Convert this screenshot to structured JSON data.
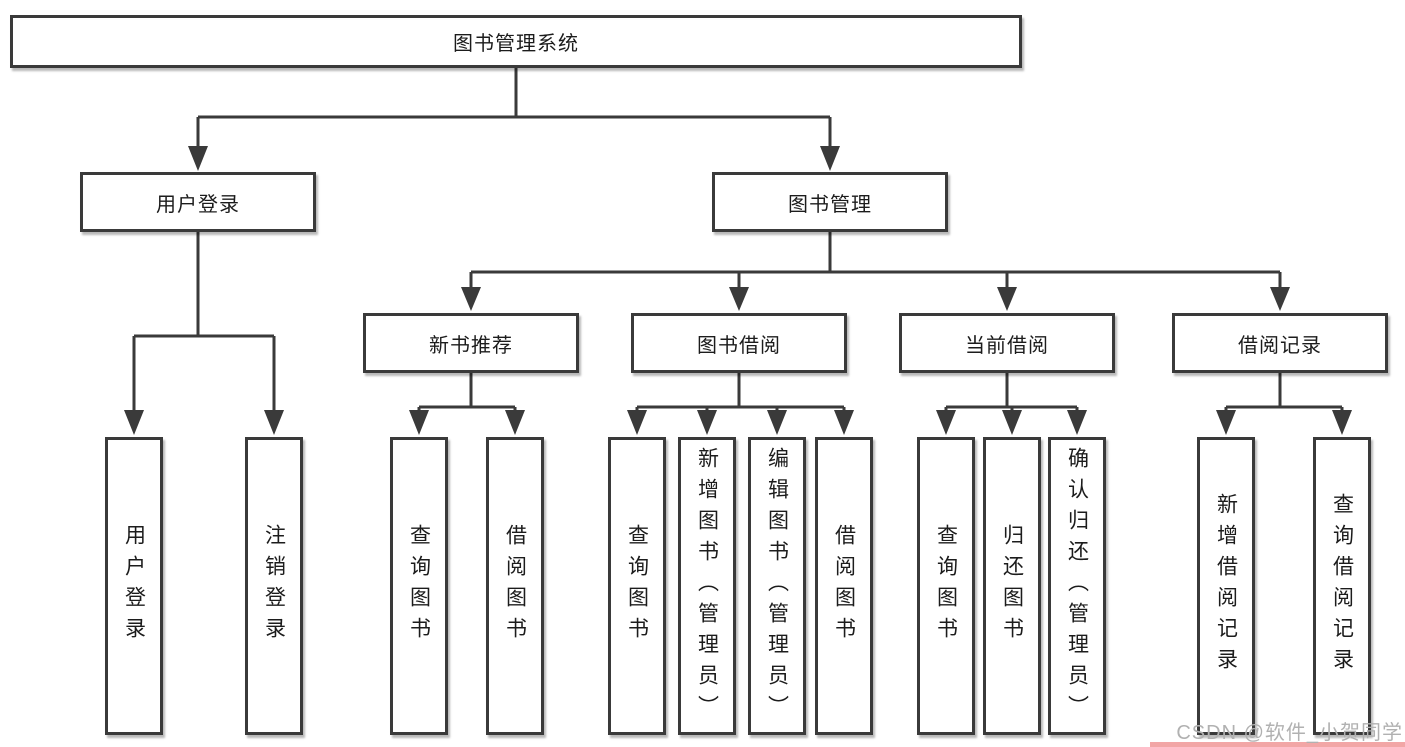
{
  "diagram": {
    "root": {
      "label": "图书管理系统"
    },
    "level2": [
      {
        "label": "用户登录"
      },
      {
        "label": "图书管理"
      }
    ],
    "level3": [
      {
        "label": "新书推荐"
      },
      {
        "label": "图书借阅"
      },
      {
        "label": "当前借阅"
      },
      {
        "label": "借阅记录"
      }
    ],
    "leafGroups": [
      {
        "leaves": [
          {
            "label": "用户登录"
          },
          {
            "label": "注销登录"
          }
        ]
      },
      {
        "leaves": [
          {
            "label": "查询图书"
          },
          {
            "label": "借阅图书"
          }
        ]
      },
      {
        "leaves": [
          {
            "label": "查询图书"
          },
          {
            "label": "新增图书（管理员）"
          },
          {
            "label": "编辑图书（管理员）"
          },
          {
            "label": "借阅图书"
          }
        ]
      },
      {
        "leaves": [
          {
            "label": "查询图书"
          },
          {
            "label": "归还图书"
          },
          {
            "label": "确认归还（管理员）"
          }
        ]
      },
      {
        "leaves": [
          {
            "label": "新增借阅记录"
          },
          {
            "label": "查询借阅记录"
          }
        ]
      }
    ]
  },
  "watermark": {
    "text": "CSDN @软件_小贺同学"
  },
  "colors": {
    "background": "#ffffff",
    "line": "#3a3a3a",
    "box_border": "#3a3a3a",
    "text": "#1c1c1c",
    "watermark_text": "#b1b1b1",
    "watermark_bar": "#f2a6a6"
  }
}
